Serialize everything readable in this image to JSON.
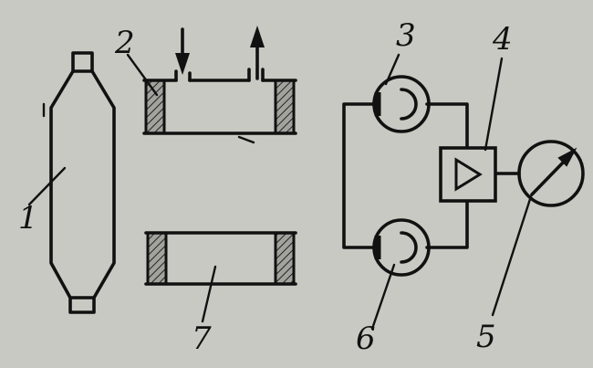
{
  "labels": {
    "tube": "1",
    "gas_cell": "2",
    "photocell_top": "3",
    "amplifier": "4",
    "meter": "5",
    "photocell_bottom": "6",
    "reference_cell": "7"
  },
  "colors": {
    "background": "#c9c9c3",
    "ink": "#111111",
    "window_fill": "#9b9b95"
  }
}
